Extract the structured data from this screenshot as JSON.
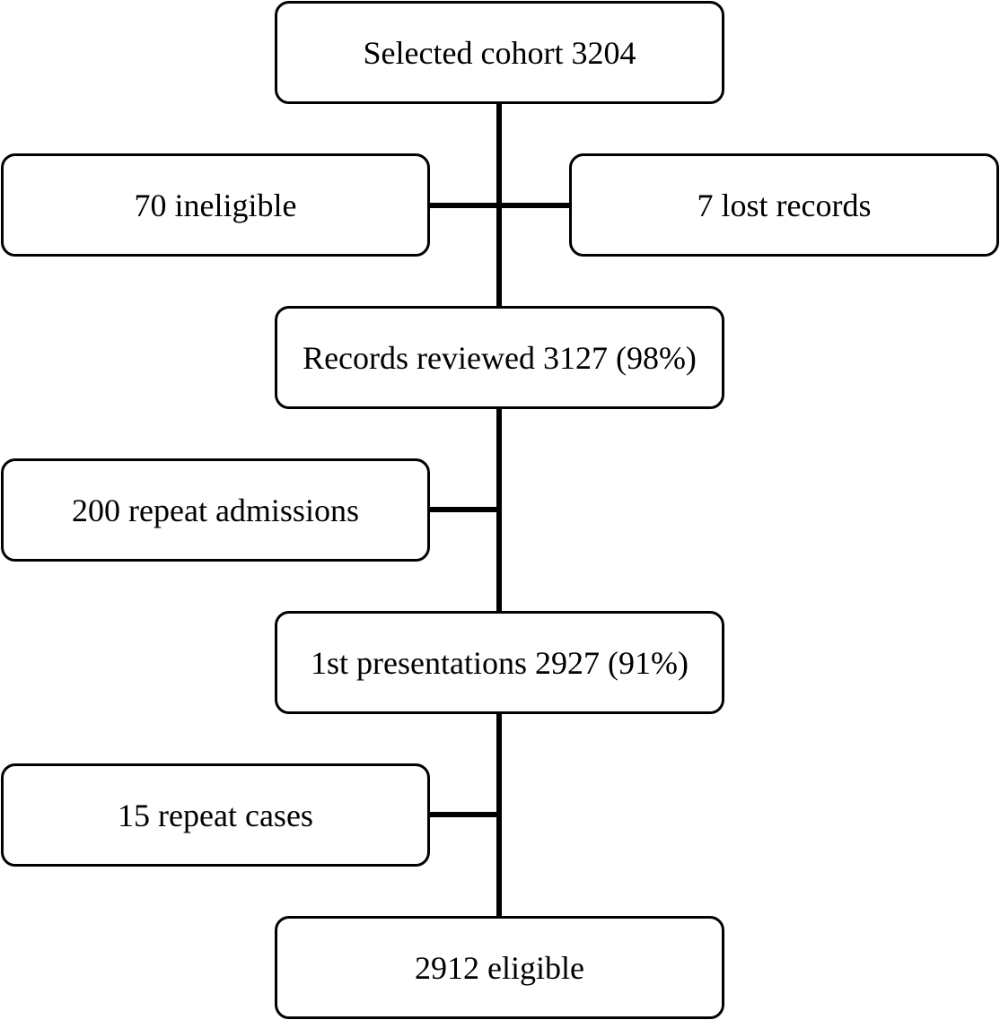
{
  "flowchart": {
    "main": {
      "selected_cohort": "Selected cohort 3204",
      "records_reviewed": "Records reviewed 3127 (98%)",
      "first_presentations": "1st presentations 2927 (91%)",
      "eligible": "2912 eligible"
    },
    "exclusions": {
      "ineligible": "70 ineligible",
      "lost_records": "7 lost records",
      "repeat_admissions": "200 repeat admissions",
      "repeat_cases": "15 repeat cases"
    }
  }
}
